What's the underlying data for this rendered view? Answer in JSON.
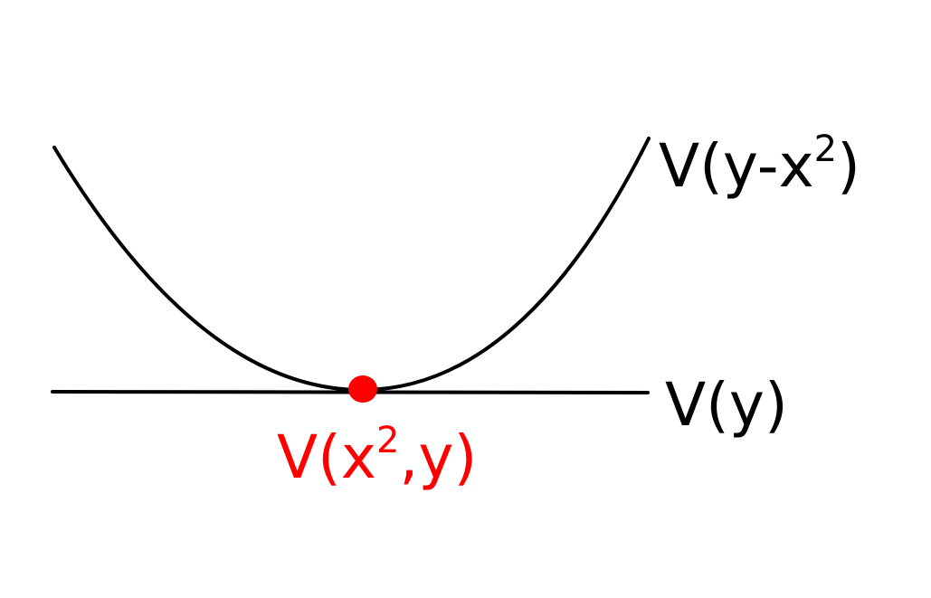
{
  "colors": {
    "ink": "#000000",
    "highlight": "#ff0000",
    "background": "#ffffff"
  },
  "labels": {
    "parabola": {
      "prefix": "V(y-x",
      "exponent": "2",
      "suffix": ")"
    },
    "line": {
      "text": "V(y)"
    },
    "point": {
      "prefix": "V(x",
      "exponent": "2",
      "suffix": ",y)"
    }
  }
}
